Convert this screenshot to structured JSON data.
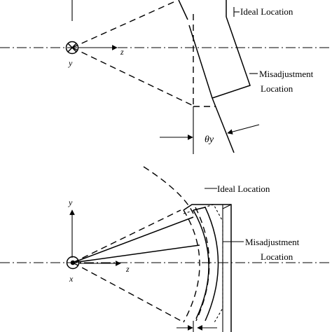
{
  "top_panel": {
    "ideal_label": "Ideal Location",
    "misadjust_label_line1": "Misadjustment",
    "misadjust_label_line2": "Location",
    "axis_z": "z",
    "axis_y": "y",
    "angle_label": "θy"
  },
  "bottom_panel": {
    "ideal_label": "Ideal Location",
    "misadjust_label_line1": "Misadjustment",
    "misadjust_label_line2": "Location",
    "axis_y": "y",
    "axis_z": "z",
    "axis_x": "x"
  }
}
